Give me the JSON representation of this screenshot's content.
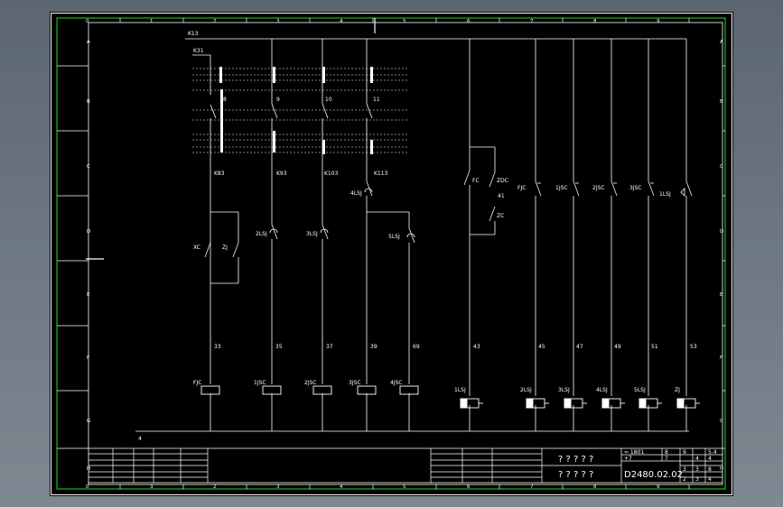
{
  "grid": {
    "columns": [
      "0",
      "1",
      "2",
      "3",
      "4",
      "5",
      "6",
      "7",
      "8",
      "9"
    ],
    "rows": [
      "A",
      "B",
      "C",
      "D",
      "E",
      "F",
      "G",
      "H"
    ]
  },
  "left_labels": {
    "k13": "K13",
    "k31": "K31",
    "c8": "8",
    "c9": "9",
    "c10": "10",
    "c11": "11",
    "k83": "K83",
    "k93": "K93",
    "k103": "K103",
    "k113": "K113",
    "lsj4": "4LSJ",
    "lsj2": "2LSJ",
    "lsj3": "3LSJ",
    "lsj5": "5LSJ",
    "xc": "XC",
    "zj": "ZJ"
  },
  "right_labels": {
    "fc": "FC",
    "zdc": "ZDC",
    "n41": "41",
    "zc": "ZC",
    "fjc": "FJC",
    "sc1": "1JSC",
    "sc2": "2JSC",
    "sc3": "3JSC",
    "lsj1": "1LSJ"
  },
  "wire_numbers": [
    "33",
    "35",
    "37",
    "39",
    "69",
    "43",
    "45",
    "47",
    "49",
    "51",
    "53"
  ],
  "left_coils": [
    "FJC",
    "1JSC",
    "2JSC",
    "3JSC",
    "4JSC"
  ],
  "right_coils": [
    "1LSJ",
    "2LSJ",
    "3LSJ",
    "4LSJ",
    "5LSJ",
    "ZJ"
  ],
  "bottom_label": "4",
  "title_block": {
    "name_top": "? ? ? ? ?",
    "name_bottom": "? ? ? ? ?",
    "code_top": "= 1801",
    "code_mid": "+7",
    "drawing_no": "D2480.02.02",
    "r1c1": "8",
    "r1c2": "9",
    "r1c3": "5.4",
    "r2c1": "7",
    "r2c2": "4",
    "r2c3": "4",
    "r3c1": "3",
    "r3c2": "3",
    "r3c3": "8",
    "r4c1": "2",
    "r4c2": "3",
    "r4c3": "4"
  }
}
